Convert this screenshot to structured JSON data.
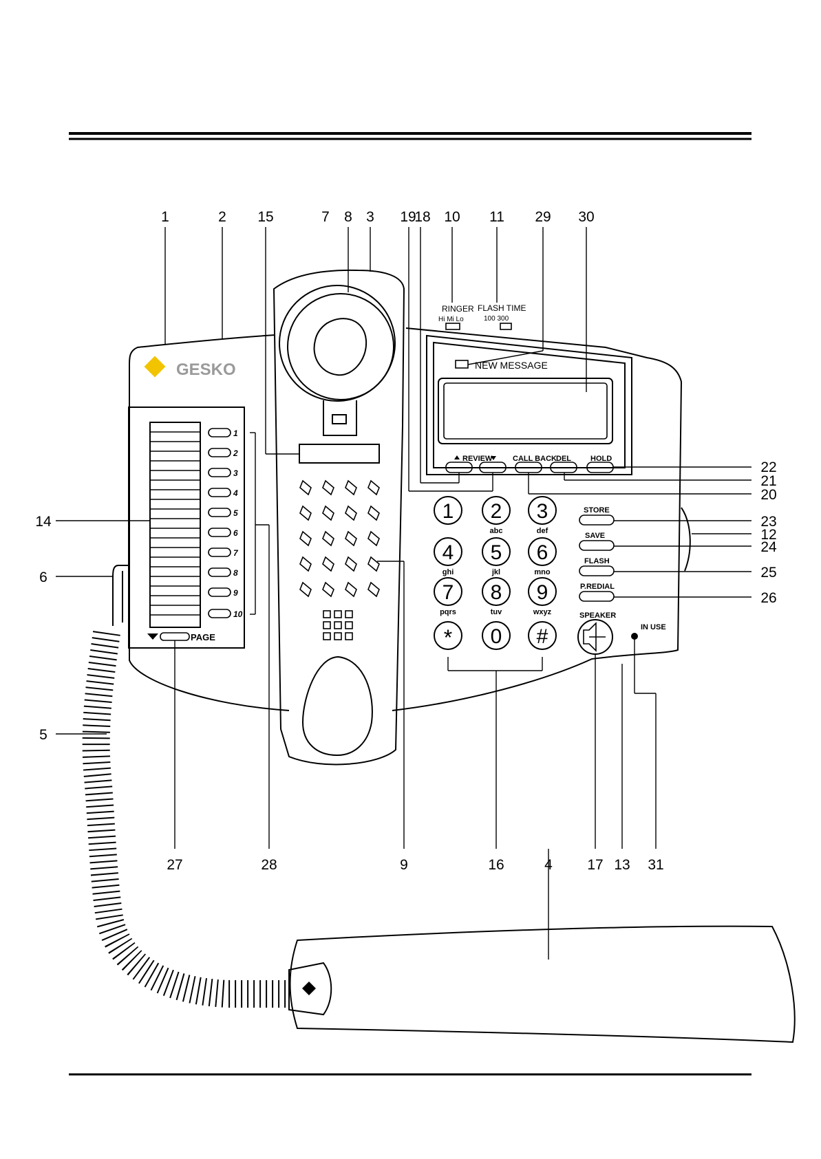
{
  "brand": {
    "name": "GESKO",
    "logo_color": "#f2c400",
    "text_color": "#9a9a9a"
  },
  "callouts": [
    "1",
    "2",
    "15",
    "7",
    "8",
    "3",
    "19",
    "18",
    "10",
    "11",
    "29",
    "30",
    "22",
    "21",
    "20",
    "23",
    "12",
    "24",
    "25",
    "26",
    "14",
    "6",
    "5",
    "27",
    "28",
    "9",
    "16",
    "4",
    "17",
    "13",
    "31"
  ],
  "switches": {
    "ringer_title": "RINGER",
    "ringer_levels": "Hi Mi Lo",
    "flash_title": "FLASH TIME",
    "flash_values": "100 300"
  },
  "display": {
    "new_message": "NEW MESSAGE"
  },
  "function_keys": {
    "review": "REVIEW",
    "call_back": "CALL BACK",
    "del": "DEL",
    "hold": "HOLD",
    "store": "STORE",
    "save": "SAVE",
    "flash": "FLASH",
    "p_redial": "P.REDIAL",
    "speaker": "SPEAKER",
    "in_use": "IN USE"
  },
  "keypad": [
    {
      "digit": "1",
      "letters": ""
    },
    {
      "digit": "2",
      "letters": "abc"
    },
    {
      "digit": "3",
      "letters": "def"
    },
    {
      "digit": "4",
      "letters": "ghi"
    },
    {
      "digit": "5",
      "letters": "jkl"
    },
    {
      "digit": "6",
      "letters": "mno"
    },
    {
      "digit": "7",
      "letters": "pqrs"
    },
    {
      "digit": "8",
      "letters": "tuv"
    },
    {
      "digit": "9",
      "letters": "wxyz"
    },
    {
      "digit": "*",
      "letters": ""
    },
    {
      "digit": "0",
      "letters": ""
    },
    {
      "digit": "#",
      "letters": ""
    }
  ],
  "memory_keys": [
    "1",
    "2",
    "3",
    "4",
    "5",
    "6",
    "7",
    "8",
    "9",
    "10"
  ],
  "page_label": "PAGE"
}
